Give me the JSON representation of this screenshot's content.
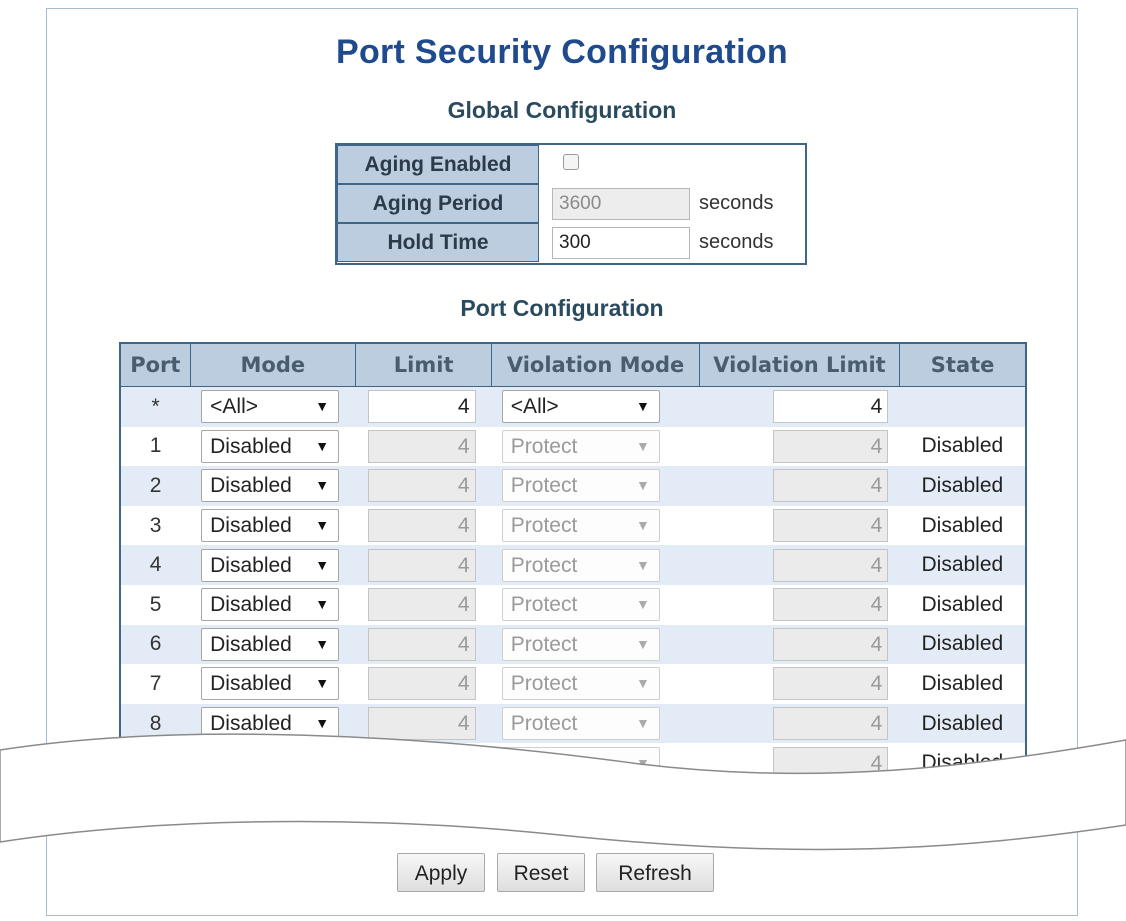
{
  "page": {
    "title": "Port Security Configuration"
  },
  "global": {
    "heading": "Global Configuration",
    "aging_enabled_label": "Aging Enabled",
    "aging_enabled_checked": false,
    "aging_period_label": "Aging Period",
    "aging_period_value": "3600",
    "aging_period_unit": "seconds",
    "hold_time_label": "Hold Time",
    "hold_time_value": "300",
    "hold_time_unit": "seconds"
  },
  "port": {
    "heading": "Port Configuration",
    "columns": [
      "Port",
      "Mode",
      "Limit",
      "Violation Mode",
      "Violation Limit",
      "State"
    ],
    "all_row": {
      "port": "*",
      "mode": "<All>",
      "limit": "4",
      "violation_mode": "<All>",
      "violation_limit": "4",
      "state": ""
    },
    "rows": [
      {
        "port": "1",
        "mode": "Disabled",
        "limit": "4",
        "violation_mode": "Protect",
        "violation_limit": "4",
        "state": "Disabled"
      },
      {
        "port": "2",
        "mode": "Disabled",
        "limit": "4",
        "violation_mode": "Protect",
        "violation_limit": "4",
        "state": "Disabled"
      },
      {
        "port": "3",
        "mode": "Disabled",
        "limit": "4",
        "violation_mode": "Protect",
        "violation_limit": "4",
        "state": "Disabled"
      },
      {
        "port": "4",
        "mode": "Disabled",
        "limit": "4",
        "violation_mode": "Protect",
        "violation_limit": "4",
        "state": "Disabled"
      },
      {
        "port": "5",
        "mode": "Disabled",
        "limit": "4",
        "violation_mode": "Protect",
        "violation_limit": "4",
        "state": "Disabled"
      },
      {
        "port": "6",
        "mode": "Disabled",
        "limit": "4",
        "violation_mode": "Protect",
        "violation_limit": "4",
        "state": "Disabled"
      },
      {
        "port": "7",
        "mode": "Disabled",
        "limit": "4",
        "violation_mode": "Protect",
        "violation_limit": "4",
        "state": "Disabled"
      },
      {
        "port": "8",
        "mode": "Disabled",
        "limit": "4",
        "violation_mode": "Protect",
        "violation_limit": "4",
        "state": "Disabled"
      },
      {
        "port": "",
        "mode": "",
        "limit": "",
        "violation_mode": "",
        "violation_limit": "4",
        "state": "Disabled"
      }
    ]
  },
  "buttons": {
    "apply": "Apply",
    "reset": "Reset",
    "refresh": "Refresh"
  },
  "icons": {
    "dropdown": "dropdown-arrow-icon",
    "checkbox": "checkbox-icon"
  },
  "colors": {
    "title": "#1f4a8e",
    "header_bg": "#bccde0",
    "border": "#3e6689",
    "row_shade": "#e3ecf6"
  }
}
